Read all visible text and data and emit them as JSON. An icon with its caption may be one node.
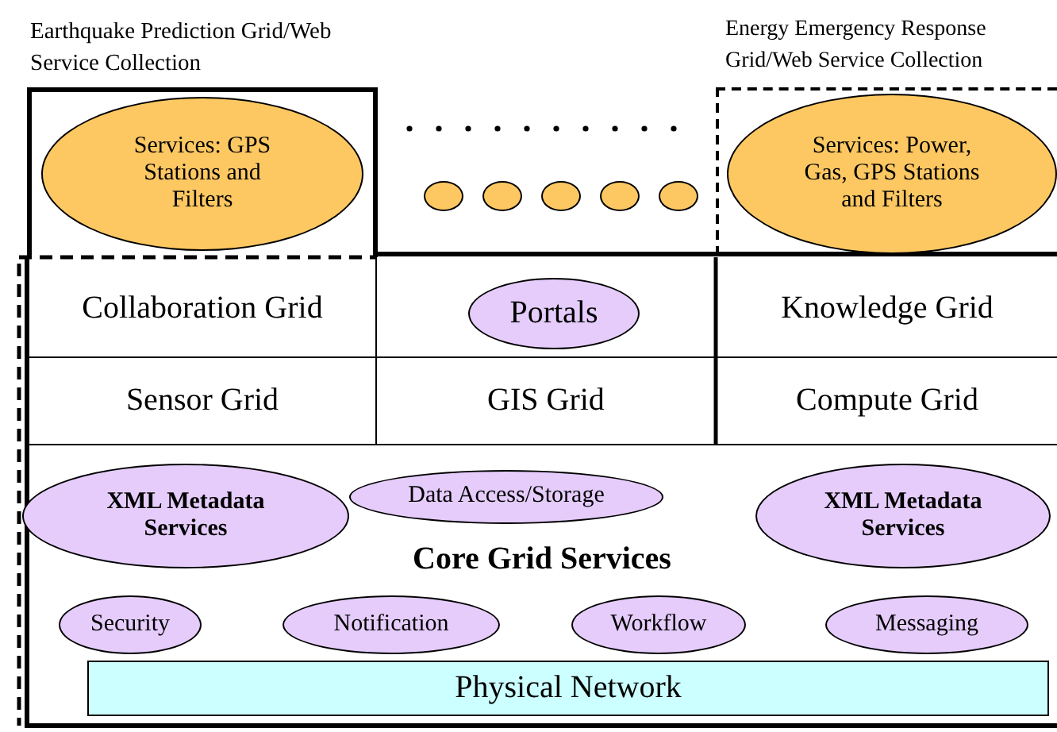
{
  "diagram": {
    "nodes": [
      {
        "text": [
          "Earthquake Prediction Grid/Web Service Collection"
        ]
      },
      {
        "text": [
          "Services: GPS Stations and Filters"
        ],
        "in": 0
      },
      {
        "text": [],
        "shape": "circle"
      },
      {
        "text": [],
        "shape": "circle"
      },
      {
        "text": [],
        "shape": "circle"
      },
      {
        "text": [],
        "shape": "circle"
      },
      {
        "text": [],
        "shape": "circle"
      },
      {
        "text": [
          "Energy Emergency Response Grid/Web Service Collection"
        ]
      },
      {
        "text": [
          "Services: Power, Gas, GPS Stations and Filters"
        ],
        "in": 7
      },
      {
        "text": [
          "Collaboration Grid"
        ]
      },
      {
        "text": [
          "Portals"
        ]
      },
      {
        "text": [
          "Knowledge Grid"
        ]
      },
      {
        "text": [
          "Sensor Grid"
        ]
      },
      {
        "text": [
          "GIS Grid"
        ]
      },
      {
        "text": [
          "Compute Grid"
        ]
      },
      {
        "text": [
          "Core Grid Services"
        ]
      },
      {
        "text": [
          "XML Metadata Services"
        ],
        "in": 15
      },
      {
        "text": [
          "Data Access/Storage"
        ],
        "in": 15
      },
      {
        "text": [
          "XML Metadata Services"
        ],
        "in": 15
      },
      {
        "text": [
          "Security"
        ],
        "in": 15
      },
      {
        "text": [
          "Notification"
        ],
        "in": 15
      },
      {
        "text": [
          "Workflow"
        ],
        "in": 15
      },
      {
        "text": [
          "Messaging"
        ],
        "in": 15
      },
      {
        "text": [
          "Physical Network"
        ],
        "in": 15
      }
    ]
  }
}
